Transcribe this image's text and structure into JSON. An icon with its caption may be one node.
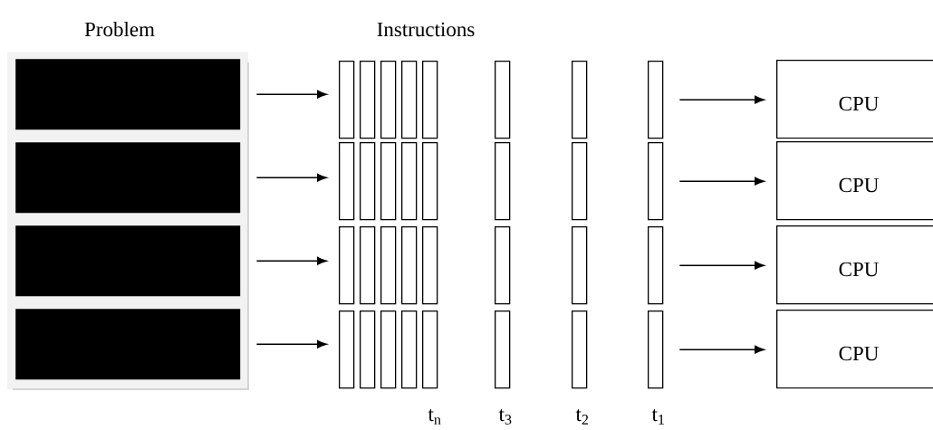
{
  "diagram": {
    "nodes": [
      {
        "text": [
          "Problem"
        ]
      },
      {
        "text": [],
        "shape": "box",
        "in": 0
      },
      {
        "text": [],
        "shape": "box",
        "in": 0
      },
      {
        "text": [],
        "shape": "box",
        "in": 0
      },
      {
        "text": [],
        "shape": "box",
        "in": 0
      },
      {
        "text": [],
        "shape": "box"
      },
      {
        "text": [],
        "shape": "box"
      },
      {
        "text": [],
        "shape": "box"
      },
      {
        "text": [],
        "shape": "box"
      },
      {
        "text": [],
        "shape": "box"
      },
      {
        "text": [],
        "shape": "box"
      },
      {
        "text": [],
        "shape": "box"
      },
      {
        "text": [],
        "shape": "box"
      },
      {
        "text": [
          "CPU"
        ]
      },
      {
        "text": [],
        "shape": "box"
      },
      {
        "text": [],
        "shape": "box"
      },
      {
        "text": [],
        "shape": "box"
      },
      {
        "text": [],
        "shape": "box"
      },
      {
        "text": [],
        "shape": "box"
      },
      {
        "text": [],
        "shape": "box"
      },
      {
        "text": [],
        "shape": "box"
      },
      {
        "text": [],
        "shape": "box"
      },
      {
        "text": [
          "CPU"
        ]
      },
      {
        "text": [],
        "shape": "box"
      },
      {
        "text": [],
        "shape": "box"
      },
      {
        "text": [],
        "shape": "box"
      },
      {
        "text": [],
        "shape": "box"
      },
      {
        "text": [],
        "shape": "box"
      },
      {
        "text": [],
        "shape": "box"
      },
      {
        "text": [],
        "shape": "box"
      },
      {
        "text": [],
        "shape": "box"
      },
      {
        "text": [
          "CPU"
        ]
      },
      {
        "text": [],
        "shape": "box"
      },
      {
        "text": [],
        "shape": "box"
      },
      {
        "text": [],
        "shape": "box"
      },
      {
        "text": [],
        "shape": "box"
      },
      {
        "text": [],
        "shape": "box"
      },
      {
        "text": [],
        "shape": "box"
      },
      {
        "text": [],
        "shape": "box"
      },
      {
        "text": [],
        "shape": "box"
      },
      {
        "text": [
          "CPU"
        ]
      }
    ],
    "edges": [
      {
        "from": 1,
        "to": 5,
        "arrow": "to"
      },
      {
        "from": 12,
        "to": 13,
        "arrow": "to"
      },
      {
        "from": 2,
        "to": 14,
        "arrow": "to"
      },
      {
        "from": 21,
        "to": 22,
        "arrow": "to"
      },
      {
        "from": 3,
        "to": 23,
        "arrow": "to"
      },
      {
        "from": 30,
        "to": 31,
        "arrow": "to"
      },
      {
        "from": 4,
        "to": 32,
        "arrow": "to"
      },
      {
        "from": 39,
        "to": 40,
        "arrow": "to"
      }
    ],
    "labels": [
      "Instructions",
      "t$_{n}$",
      "t$_{3}$",
      "t$_{2}$",
      "t$_{1}$"
    ]
  }
}
